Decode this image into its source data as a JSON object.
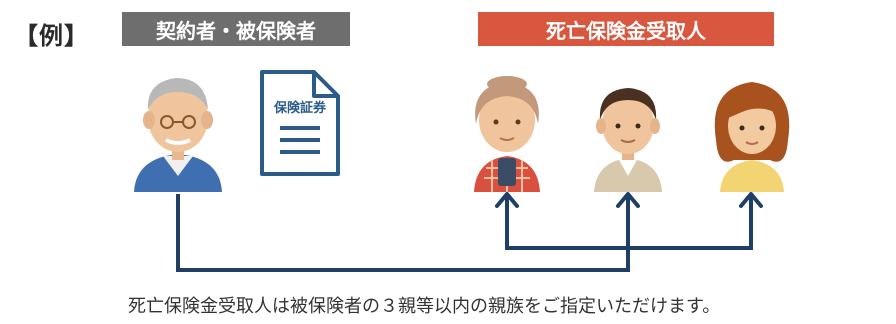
{
  "example_label": "【例】",
  "roles": {
    "owner_insured": "契約者・被保険者",
    "death_beneficiary": "死亡保険金受取人"
  },
  "policy_document": {
    "title": "保険証券",
    "icon": "document-icon"
  },
  "people": {
    "insured": "elderly-man-icon",
    "beneficiaries": [
      "elderly-woman-icon",
      "middle-aged-man-icon",
      "young-woman-icon"
    ]
  },
  "colors": {
    "owner_box": "#6e6e6e",
    "beneficiary_box": "#d9573f",
    "connector": "#1f3f66",
    "document": "#2c5b8a"
  },
  "caption": "死亡保険金受取人は被保険者の３親等以内の親族をご指定いただけます。"
}
